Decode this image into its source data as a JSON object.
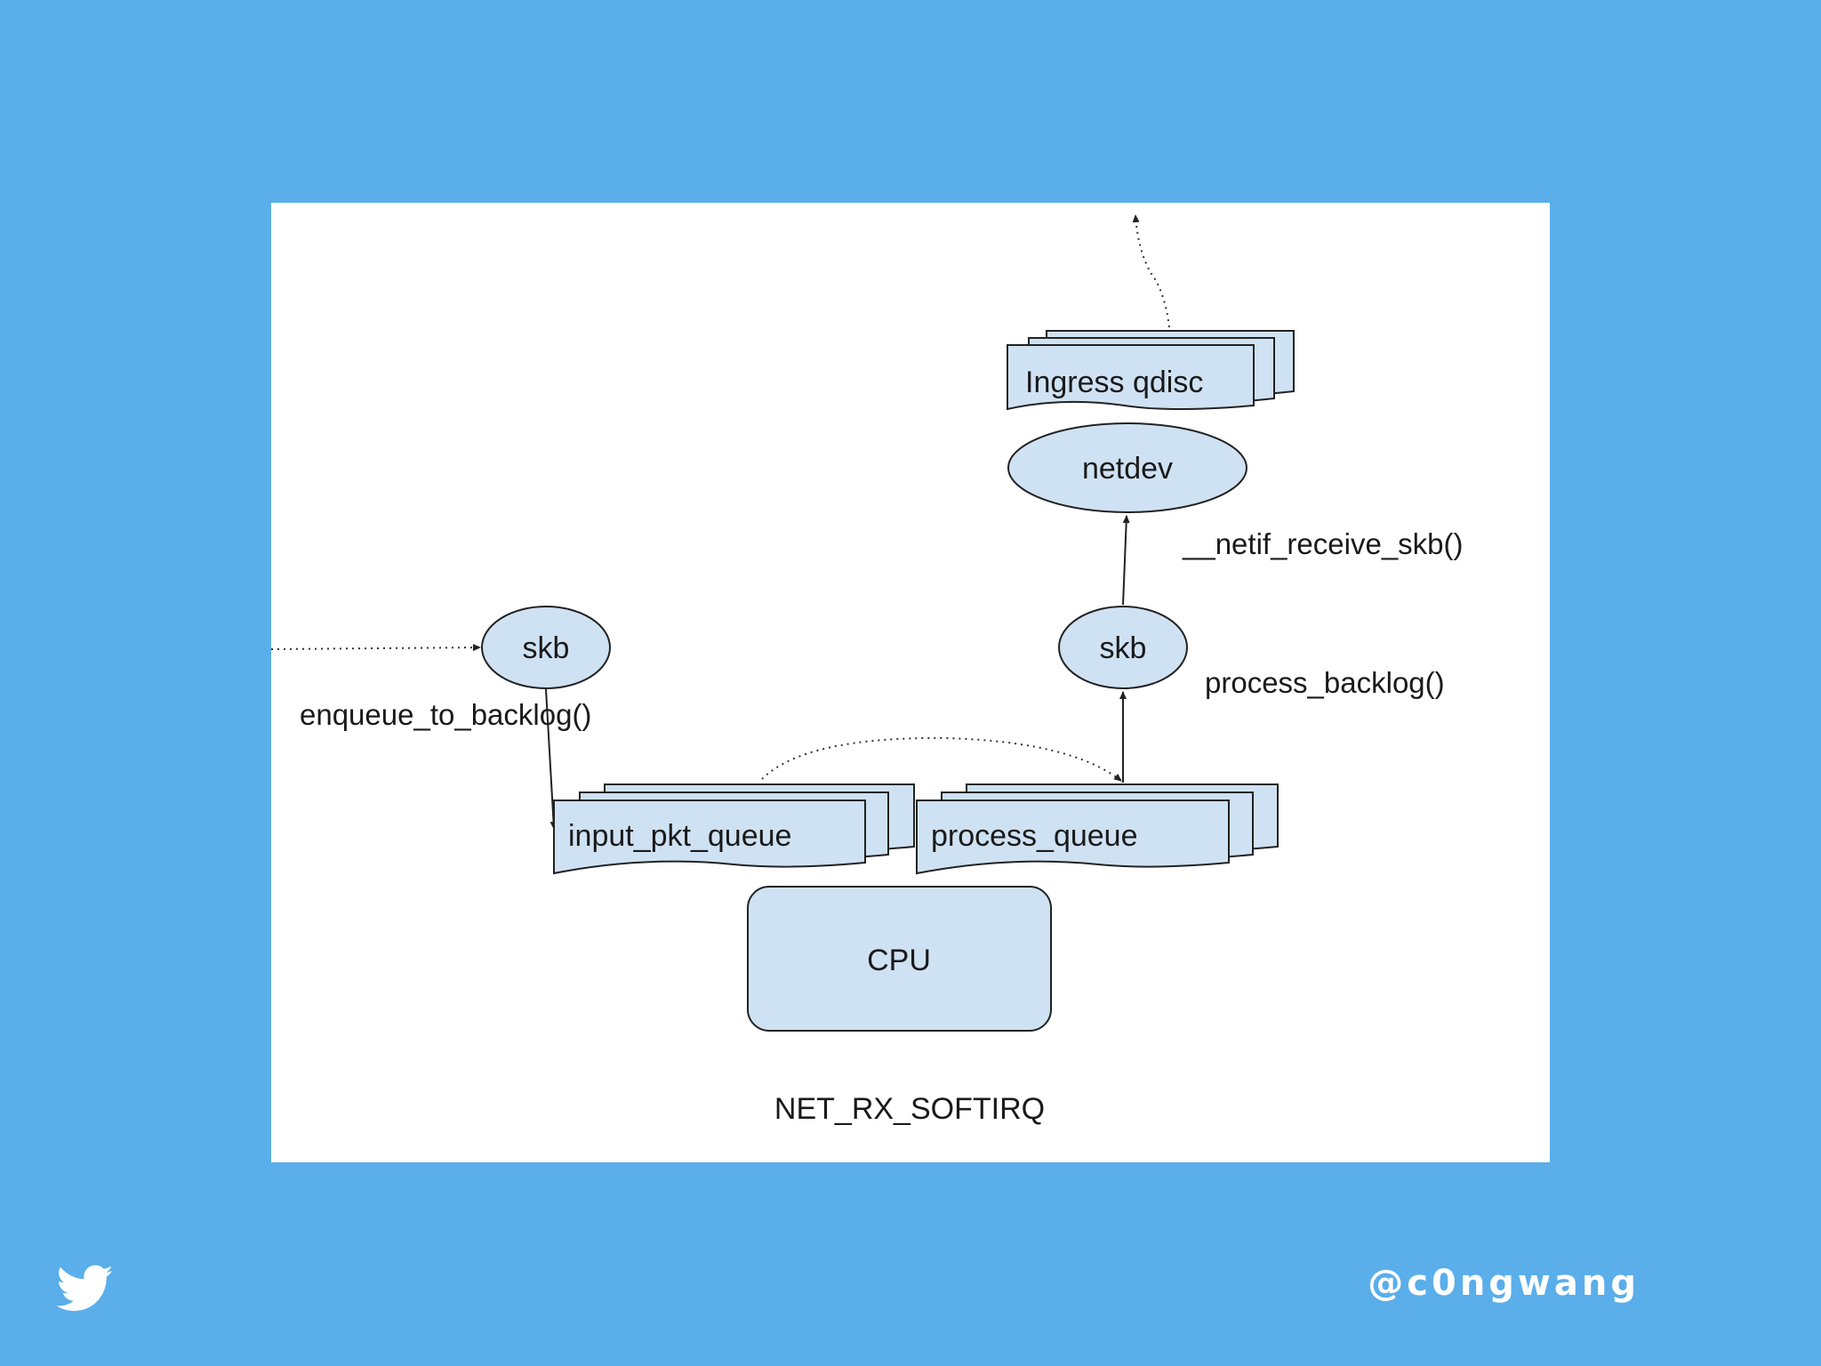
{
  "diagram": {
    "nodes": {
      "ingress_qdisc": "Ingress qdisc",
      "netdev": "netdev",
      "skb_left": "skb",
      "skb_right": "skb",
      "input_pkt_queue": "input_pkt_queue",
      "process_queue": "process_queue",
      "cpu": "CPU"
    },
    "edge_labels": {
      "netif_receive_skb": "__netif_receive_skb()",
      "process_backlog": "process_backlog()",
      "enqueue_to_backlog": "enqueue_to_backlog()"
    },
    "caption": "NET_RX_SOFTIRQ",
    "colors": {
      "node_fill": "#cfe2f3",
      "slide_bg": "#5aaeea"
    }
  },
  "footer": {
    "logo_icon": "twitter-bird-icon",
    "handle": "@c0ngwang"
  }
}
